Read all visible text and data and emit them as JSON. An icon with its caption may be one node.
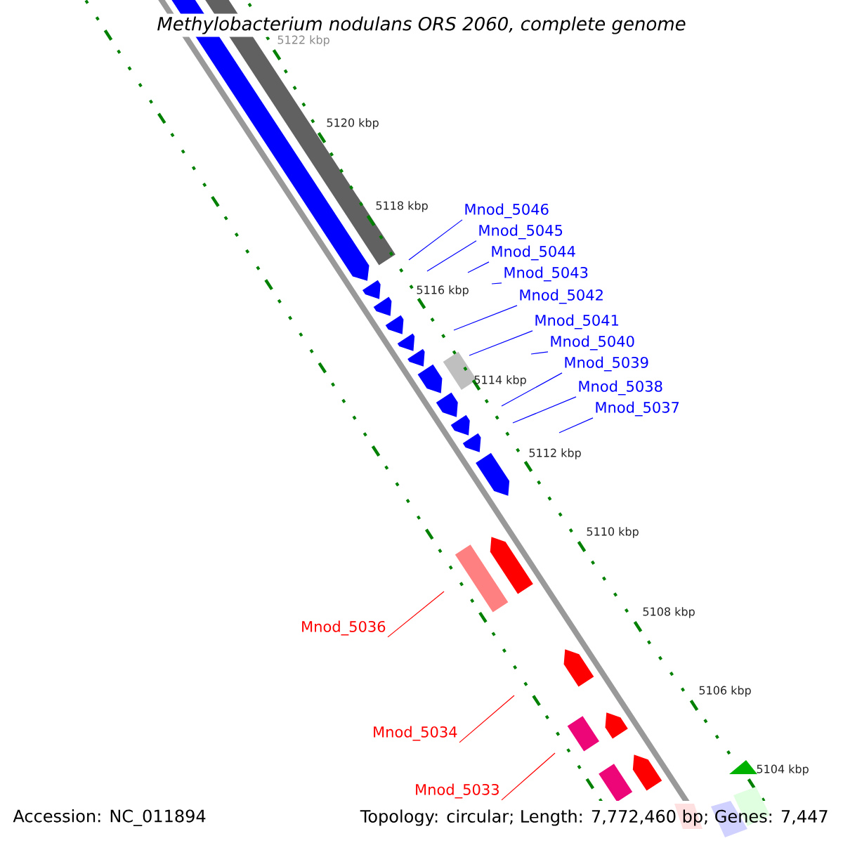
{
  "diagram": {
    "title": "*Methylobacterium nodulans* ORS 2060, complete genome",
    "nodes": [
      {
        "text": [
          "Mnod_5046"
        ]
      },
      {
        "text": [
          "Mnod_5045"
        ]
      },
      {
        "text": [
          "Mnod_5044"
        ]
      },
      {
        "text": [
          "Mnod_5043"
        ]
      },
      {
        "text": [
          "Mnod_5042"
        ]
      },
      {
        "text": [
          "Mnod_5041"
        ]
      },
      {
        "text": [
          "Mnod_5040"
        ]
      },
      {
        "text": [
          "Mnod_5039"
        ]
      },
      {
        "text": [
          "Mnod_5038"
        ]
      },
      {
        "text": [
          "Mnod_5037"
        ]
      },
      {
        "text": [
          "Mnod_5036"
        ]
      },
      {
        "text": [
          "Mnod_5034"
        ]
      },
      {
        "text": [
          "Mnod_5033"
        ]
      }
    ],
    "edges": [
      {
        "from": 0,
        "to": null,
        "arrow": "none"
      },
      {
        "from": 1,
        "to": null,
        "arrow": "none"
      },
      {
        "from": 2,
        "to": null,
        "arrow": "none"
      },
      {
        "from": 3,
        "to": null,
        "arrow": "none"
      },
      {
        "from": 4,
        "to": null,
        "arrow": "none"
      },
      {
        "from": 5,
        "to": null,
        "arrow": "none"
      },
      {
        "from": 6,
        "to": null,
        "arrow": "none"
      },
      {
        "from": 7,
        "to": null,
        "arrow": "none"
      },
      {
        "from": 8,
        "to": null,
        "arrow": "none"
      },
      {
        "from": 9,
        "to": null,
        "arrow": "none"
      },
      {
        "from": 10,
        "to": null,
        "arrow": "none",
        "color": "#ff0000"
      },
      {
        "from": 11,
        "to": null,
        "arrow": "none",
        "color": "#ff0000"
      },
      {
        "from": 12,
        "to": null,
        "arrow": "none",
        "color": "#ff0000"
      }
    ],
    "labels": [
      "5122 kbp",
      "5120 kbp",
      "5118 kbp",
      "5116 kbp",
      "5114 kbp",
      "5112 kbp",
      "5110 kbp",
      "5108 kbp",
      "5106 kbp",
      "5104 kbp",
      "Accession: NC_011894",
      "Topology: circular; Length: 7,772,460 bp; Genes: 7,447"
    ]
  }
}
